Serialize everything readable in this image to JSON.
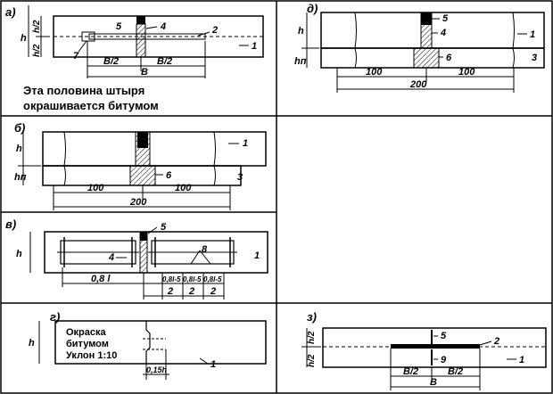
{
  "panels": {
    "a": {
      "tag": "а)",
      "dim_h": "h",
      "dim_h_half_top": "h/2",
      "dim_h_half_bottom": "h/2",
      "dim_b_half_left": "B/2",
      "dim_b_half_right": "B/2",
      "dim_b": "B",
      "callouts": [
        "5",
        "4",
        "2",
        "1",
        "7"
      ],
      "note_line1": "Эта половина штыря",
      "note_line2": "окрашивается битумом"
    },
    "b": {
      "tag": "б)",
      "dim_h": "h",
      "dim_hn": "hп",
      "dim_left": "100",
      "dim_right": "100",
      "dim_total": "200",
      "callouts": [
        "1",
        "6",
        "3"
      ]
    },
    "v": {
      "tag": "в)",
      "dim_h": "h",
      "callouts": [
        "5",
        "4",
        "8",
        "1"
      ],
      "dim_08l": "0,8 l",
      "dim_s1": "0,8l-5",
      "dim_s2": "0,8l-5",
      "dim_s3": "0,8l-5",
      "dim_2a": "2",
      "dim_2b": "2",
      "dim_2c": "2"
    },
    "g": {
      "tag": "г)",
      "dim_h": "h",
      "dim_015h": "0,15h",
      "callouts": [
        "1"
      ],
      "note_line1": "Окраска",
      "note_line2": "битумом",
      "note_line3": "Уклон 1:10"
    },
    "d": {
      "tag": "д)",
      "dim_h": "h",
      "dim_hn": "hп",
      "dim_left": "100",
      "dim_right": "100",
      "dim_total": "200",
      "callouts": [
        "5",
        "4",
        "1",
        "6",
        "3"
      ]
    },
    "z": {
      "tag": "з)",
      "dim_h_half_top": "h/2",
      "dim_h_half_bottom": "h/2",
      "dim_b_half_left": "B/2",
      "dim_b_half_right": "B/2",
      "dim_b": "B",
      "callouts": [
        "5",
        "2",
        "9",
        "1"
      ]
    }
  }
}
